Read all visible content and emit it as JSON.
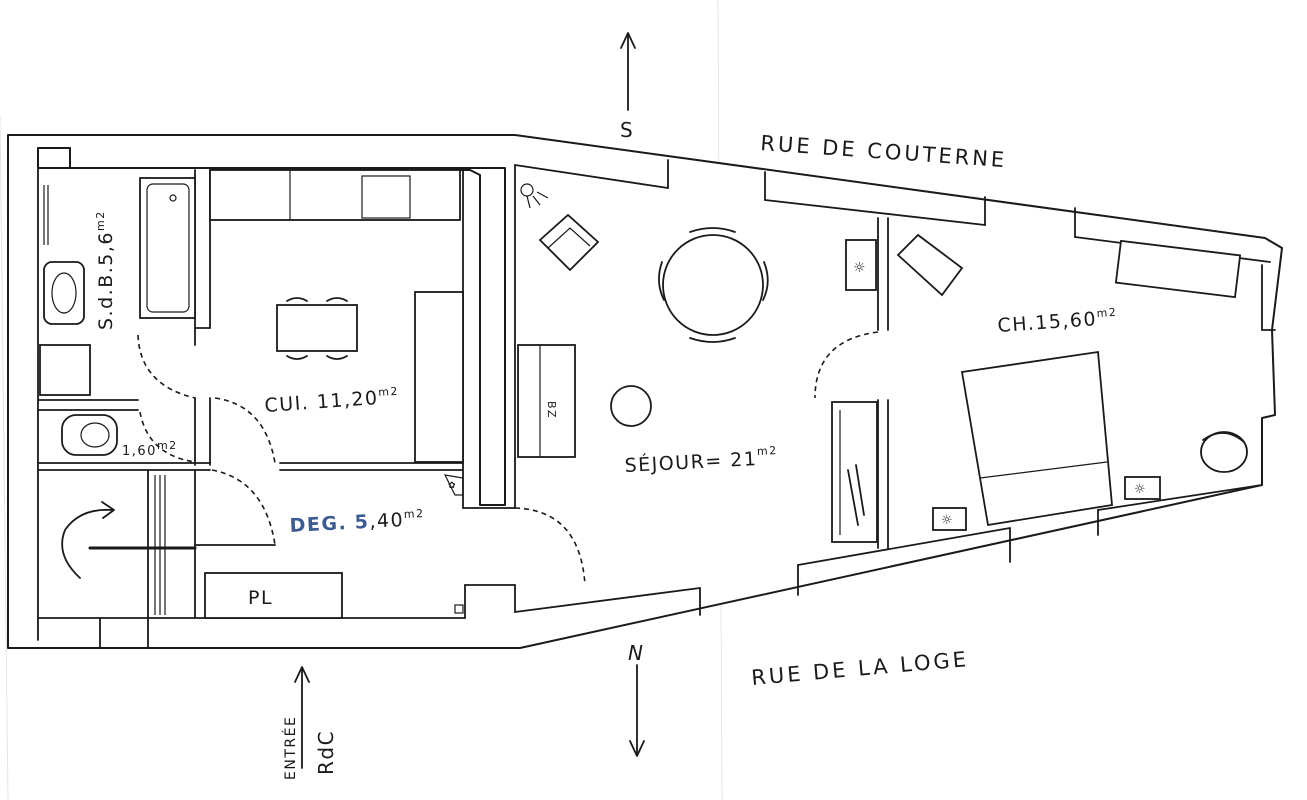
{
  "compass": {
    "south": "S",
    "north": "N"
  },
  "streets": {
    "top": "RUE DE COUTERNE",
    "bottom": "RUE DE LA LOGE"
  },
  "entrance": {
    "label": "ENTRÉE",
    "level": "RdC"
  },
  "rooms": {
    "bathroom": {
      "name": "S.d.B.",
      "area": "5,6",
      "unit": "m2"
    },
    "wc": {
      "area": "1,60",
      "unit": "m2"
    },
    "kitchen": {
      "name": "CUI.",
      "area": "11,20",
      "unit": "m2"
    },
    "hallway": {
      "name": "DEG.",
      "area": "5",
      "area_decimal": ",40",
      "unit": "m2"
    },
    "living": {
      "name": "SÉJOUR",
      "area": "= 21",
      "unit": "m2"
    },
    "bedroom": {
      "name": "CH.",
      "area": "15,60",
      "unit": "m2"
    }
  },
  "labels": {
    "closet": "PL",
    "sofa": "BZ"
  }
}
